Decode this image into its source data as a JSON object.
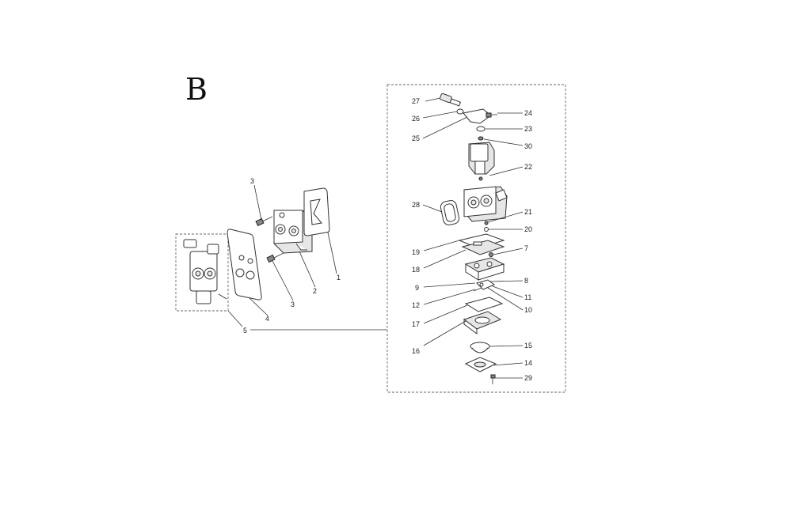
{
  "section_letter": "B",
  "callouts": {
    "c1": "1",
    "c2": "2",
    "c3a": "3",
    "c3b": "3",
    "c4": "4",
    "c5": "5",
    "c7": "7",
    "c8": "8",
    "c9": "9",
    "c10": "10",
    "c11": "11",
    "c12": "12",
    "c14": "14",
    "c15": "15",
    "c16": "16",
    "c17": "17",
    "c18": "18",
    "c19": "19",
    "c20": "20",
    "c21": "21",
    "c22": "22",
    "c23": "23",
    "c24": "24",
    "c25": "25",
    "c26": "26",
    "c27": "27",
    "c28": "28",
    "c29": "29",
    "c30": "30"
  }
}
